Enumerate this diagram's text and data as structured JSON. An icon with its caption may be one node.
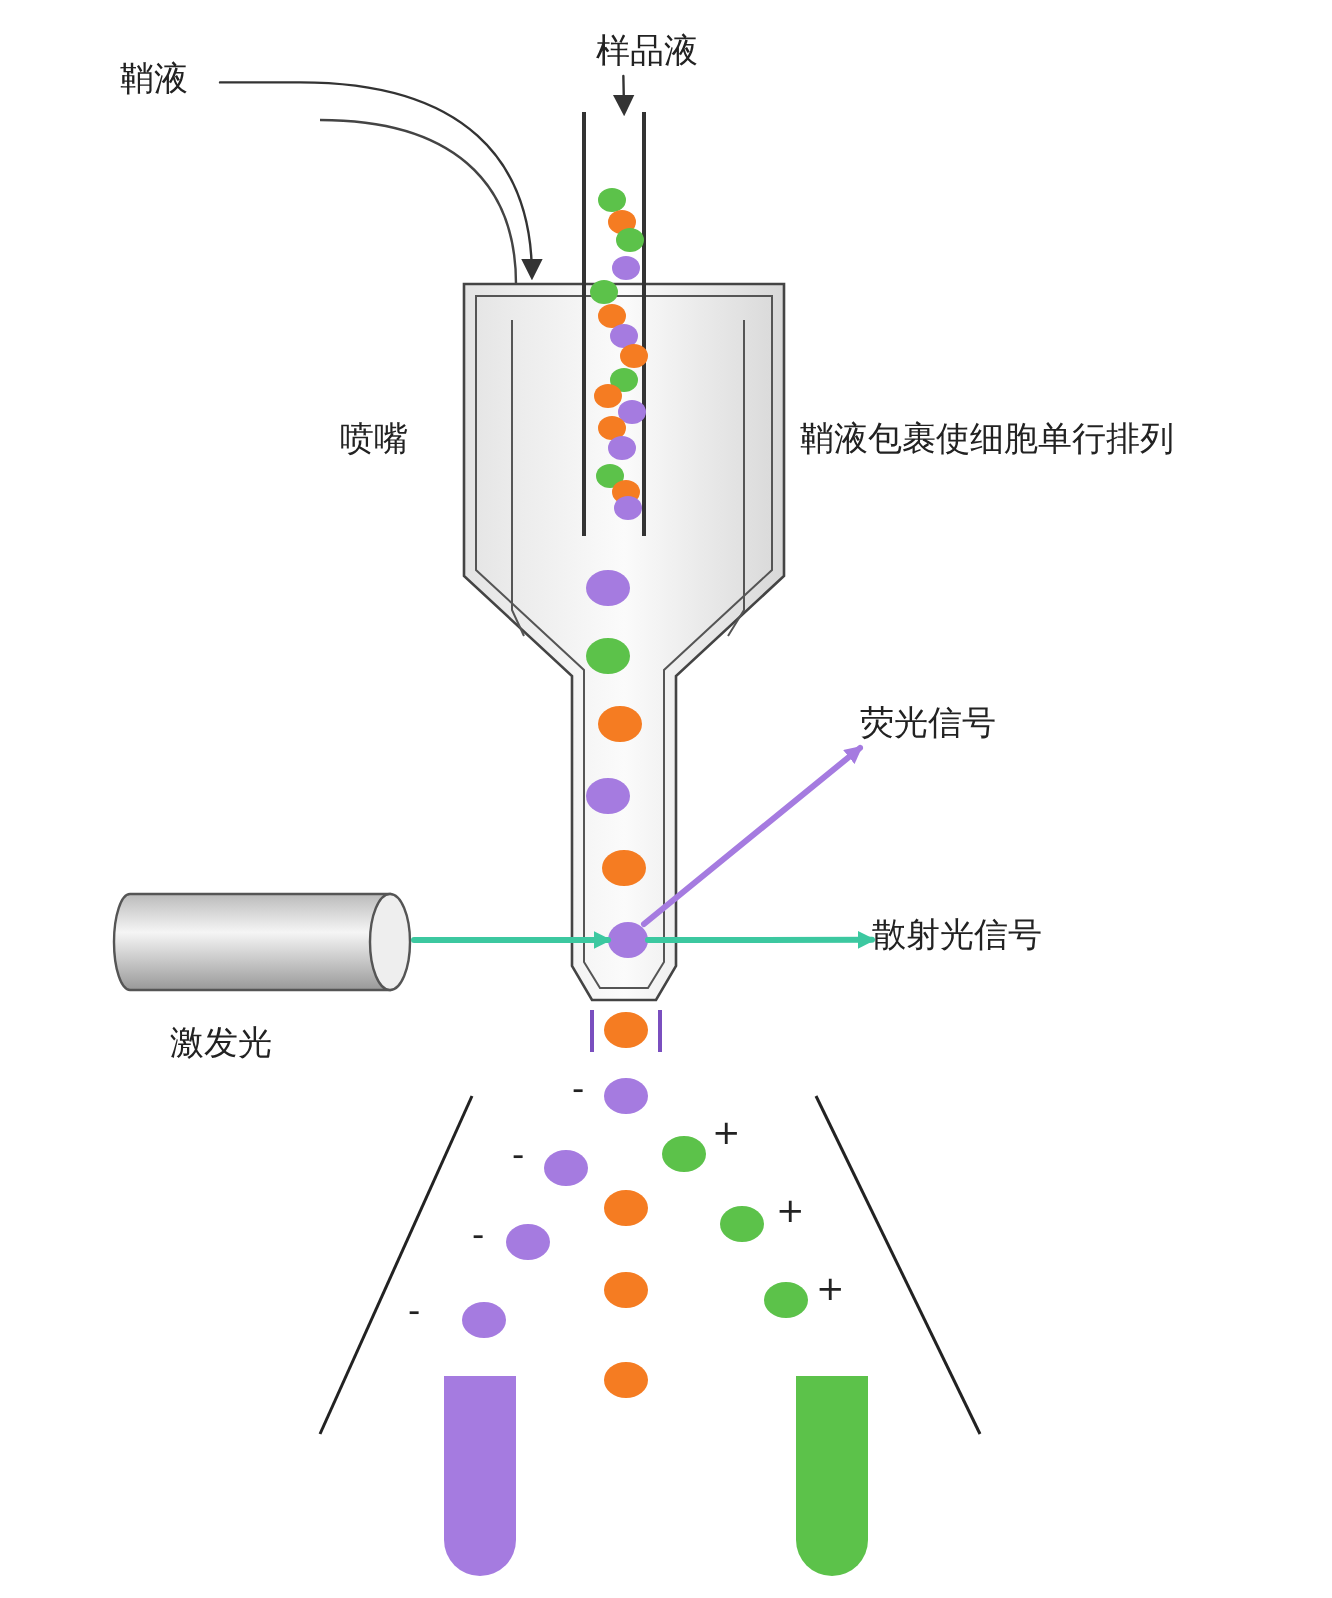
{
  "diagram": {
    "nodes": [
      {
        "text": [
          "鞘液"
        ]
      },
      {
        "text": [
          "样品液"
        ]
      },
      {
        "text": [],
        "shape": "picture",
        "beside": [
          "喷嘴",
          "鞘液包裹使细胞单行排列"
        ]
      },
      {
        "text": [],
        "shape": "picture"
      },
      {
        "text": [],
        "shape": "circle",
        "in": 2
      },
      {
        "text": [
          "荧光信号"
        ]
      },
      {
        "text": [
          "散射光信号"
        ]
      },
      {
        "text": [],
        "shape": "cylinder",
        "beside": [
          "激发光"
        ]
      },
      {
        "text": [],
        "shape": "box"
      },
      {
        "text": [],
        "shape": "box"
      }
    ],
    "edges": [
      {
        "from": 0,
        "to": 2,
        "arrow": "to"
      },
      {
        "from": 1,
        "to": 3,
        "arrow": "to"
      },
      {
        "from": 7,
        "to": 4,
        "arrow": "to",
        "color": "#3cc8a0"
      },
      {
        "from": 4,
        "to": 5,
        "arrow": "to",
        "color": "#a57be0"
      },
      {
        "from": 4,
        "to": 6,
        "arrow": "to",
        "color": "#3cc8a0"
      }
    ],
    "labels": [
      "-",
      "+",
      "-",
      "+",
      "-",
      "+",
      "-"
    ]
  }
}
